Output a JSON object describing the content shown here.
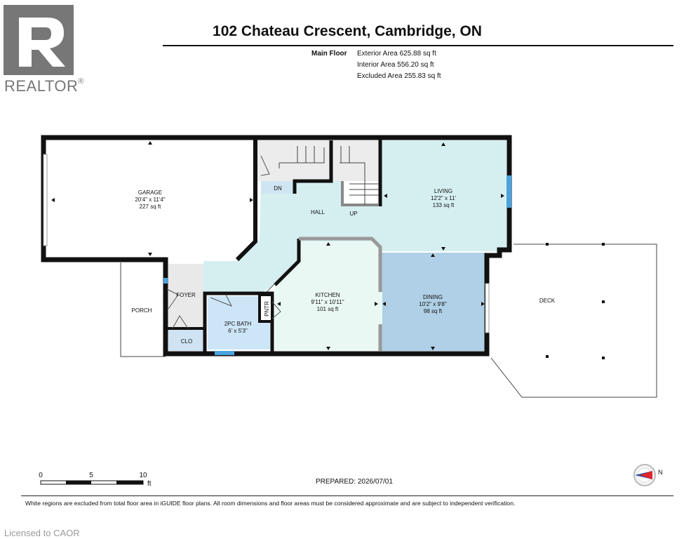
{
  "header": {
    "title": "102 Chateau Crescent, Cambridge, ON",
    "level_label": "Main Floor",
    "areas": [
      "Exterior Area 625.88 sq ft",
      "Interior Area 556.20 sq ft",
      "Excluded Area 255.83 sq ft"
    ]
  },
  "logo": {
    "word": "REALTOR",
    "mark": "®"
  },
  "rooms": {
    "garage": {
      "name": "GARAGE",
      "dims": "20'4\" x 11'4\"",
      "area": "227 sq ft"
    },
    "living": {
      "name": "LIVING",
      "dims": "12'2\" x 11'",
      "area": "133 sq ft"
    },
    "kitchen": {
      "name": "KITCHEN",
      "dims": "9'11\" x 10'11\"",
      "area": "101 sq ft"
    },
    "dining": {
      "name": "DINING",
      "dims": "10'2\" x 9'8\"",
      "area": "98 sq ft"
    },
    "bath": {
      "name": "2PC BATH",
      "dims": "6' x 5'3\""
    },
    "hall": "HALL",
    "up": "UP",
    "dn": "DN",
    "foyer": "FOYER",
    "porch": "PORCH",
    "deck": "DECK",
    "clo": "CLO",
    "pntr": "PNTR"
  },
  "scale": {
    "labels": [
      "0",
      "5",
      "10"
    ],
    "unit": "ft"
  },
  "compass": {
    "label": "N"
  },
  "colors": {
    "living": "#d5eff0",
    "dining": "#afd0e6",
    "bath": "#cde6f7",
    "wall": "#111111"
  },
  "footer": {
    "prepared": "PREPARED: 2026/07/01",
    "disclaimer": "White regions are excluded from total floor area in iGUIDE floor plans. All room dimensions and floor areas must be considered approximate and are subject to independent verification.",
    "licensed": "Licensed to CAOR"
  }
}
